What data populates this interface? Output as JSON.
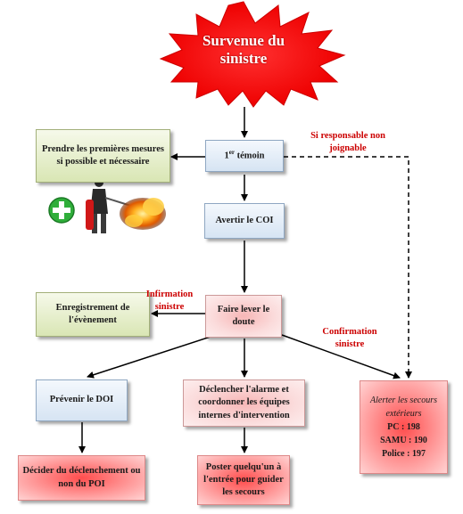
{
  "start": {
    "line1": "Survenue du",
    "line2": "sinistre"
  },
  "nodes": {
    "temoin": {
      "main": "1",
      "sup": "er",
      "rest": " témoin"
    },
    "premieres_mesures": "Prendre les premières mesures si possible et nécessaire",
    "avertir_coi": "Avertir le COI",
    "enregistrement": "Enregistrement de l'évènement",
    "lever_doute": "Faire lever le doute",
    "prevenir_doi": "Prévenir le DOI",
    "declencher_alarme": "Déclencher l'alarme et coordonner les équipes internes d'intervention",
    "decider_poi": "Décider du déclenchement ou non du POI",
    "poster": "Poster quelqu'un à l'entrée pour guider les secours"
  },
  "external": {
    "title": "Alerter les secours extérieurs",
    "contacts": [
      {
        "label": "PC :",
        "number": "198"
      },
      {
        "label": "SAMU :",
        "number": "190"
      },
      {
        "label": "Police :",
        "number": "197"
      }
    ]
  },
  "edge_labels": {
    "non_joignable": "Si responsable non joignable",
    "information": "Infirmation sinistre",
    "confirmation": "Confirmation sinistre"
  },
  "colors": {
    "accent_red": "#cc0000",
    "star_red": "#ff1a1a"
  },
  "icons": [
    "first-aid-cross-icon",
    "fire-extinguisher-person-icon",
    "fire-icon"
  ]
}
